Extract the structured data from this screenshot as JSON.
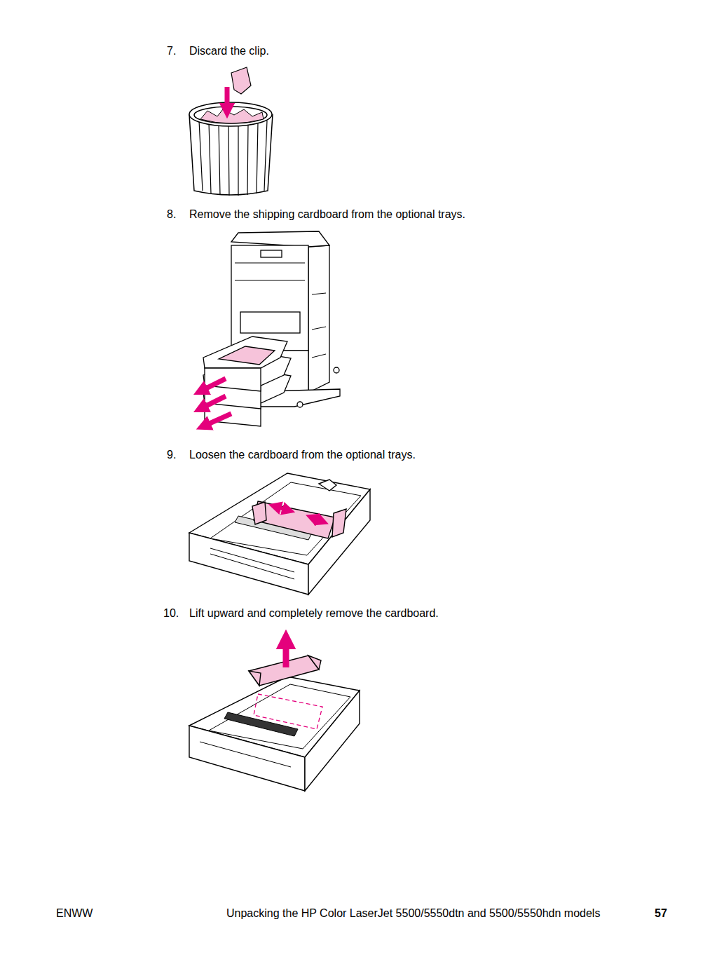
{
  "diagram": {
    "labels": [
      "7.",
      "Discard the clip.",
      "8.",
      "Remove the shipping cardboard from the optional trays.",
      "9.",
      "Loosen the cardboard from the optional trays.",
      "10.",
      "Lift upward and completely remove the cardboard.",
      "ENWW",
      "Unpacking the HP Color LaserJet 5500/5550dtn and 5500/5550hdn models",
      "57"
    ]
  }
}
